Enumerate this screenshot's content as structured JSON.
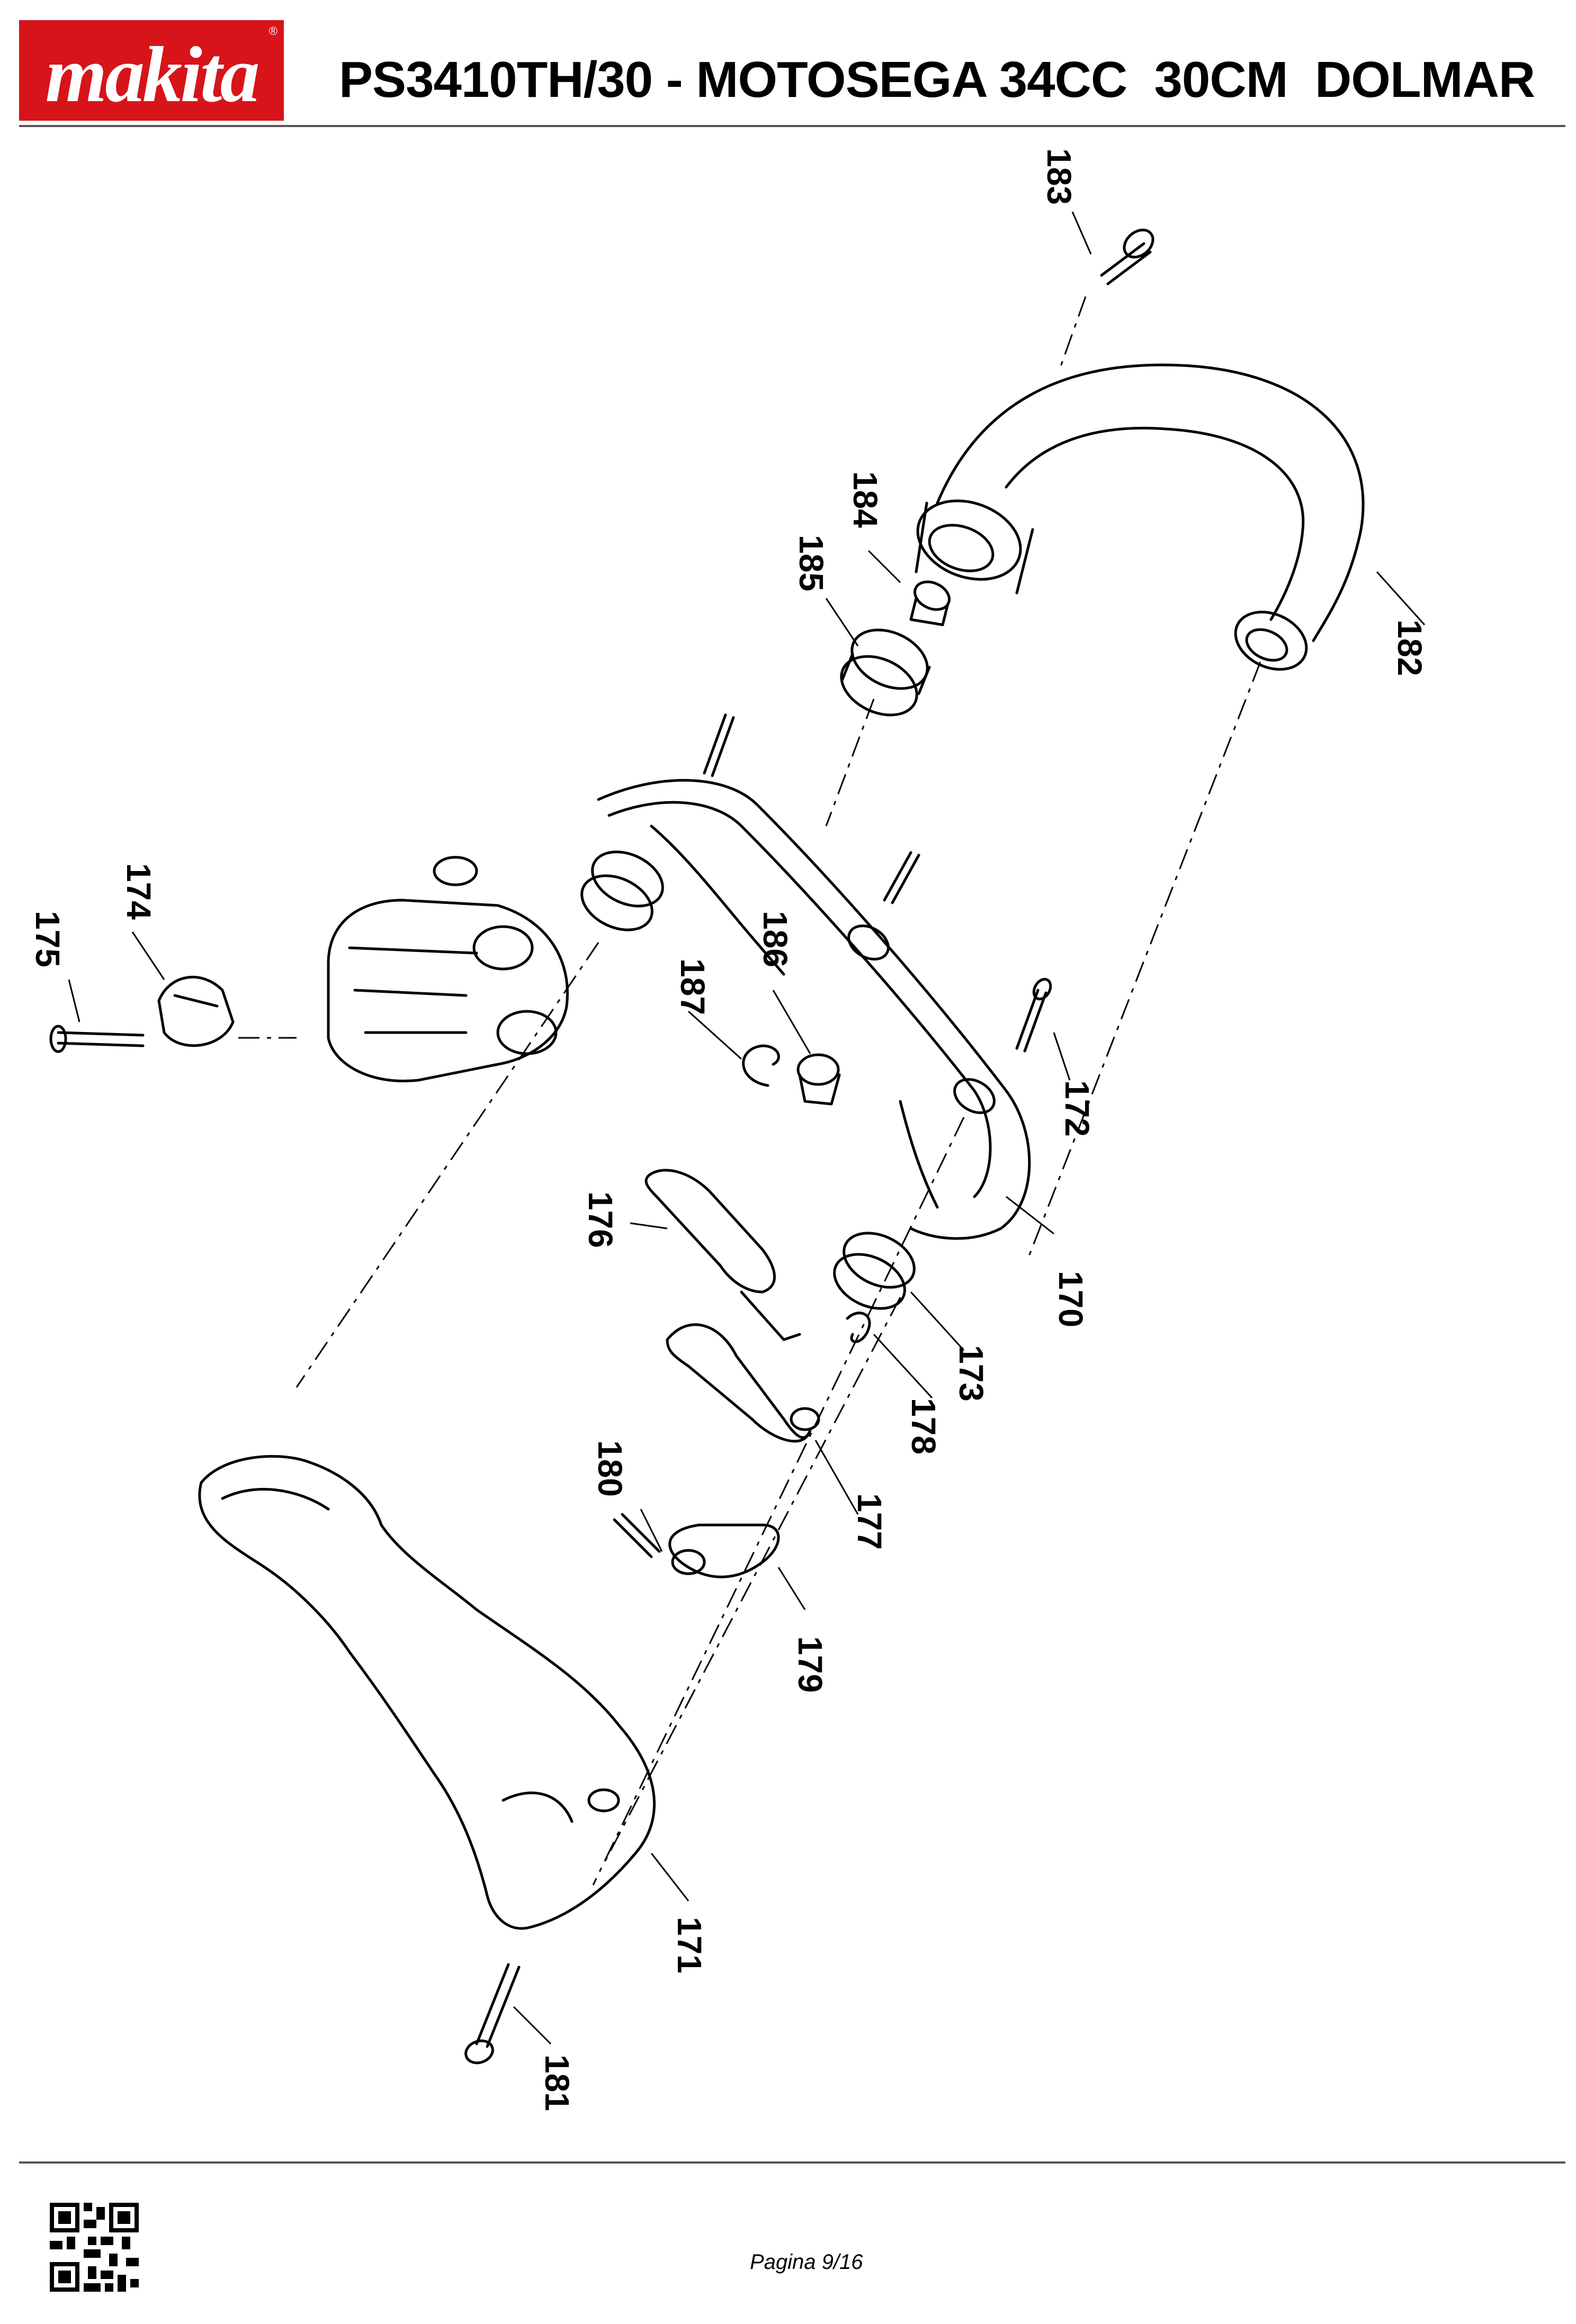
{
  "header": {
    "brand": "makita",
    "title": "PS3410TH/30 - MOTOSEGA 34CC  30CM  DOLMAR",
    "brand_color": "#d7141a"
  },
  "diagram": {
    "part_labels": [
      "170",
      "171",
      "172",
      "173",
      "174",
      "175",
      "176",
      "177",
      "178",
      "179",
      "180",
      "181",
      "182",
      "183",
      "184",
      "185",
      "186",
      "187"
    ]
  },
  "footer": {
    "qr": "qr-code-icon",
    "page_label": "Pagina 9/16"
  }
}
